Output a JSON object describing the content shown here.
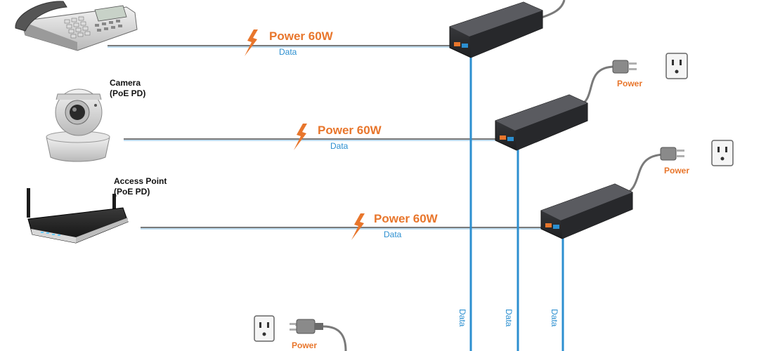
{
  "colors": {
    "power": "#e8762c",
    "data": "#2c8fd0",
    "cable": "#7a7a7a",
    "injector": "#2f3033"
  },
  "devices": [
    {
      "icon": "desk-phone-icon",
      "label": "",
      "sublabel": ""
    },
    {
      "icon": "security-camera-icon",
      "label": "Camera",
      "sublabel": "(PoE PD)"
    },
    {
      "icon": "wireless-router-icon",
      "label": "Access Point",
      "sublabel": "(PoE PD)"
    }
  ],
  "links": [
    {
      "power_label": "Power 60W",
      "data_label": "Data"
    },
    {
      "power_label": "Power 60W",
      "data_label": "Data"
    },
    {
      "power_label": "Power 60W",
      "data_label": "Data"
    }
  ],
  "injectors": [
    {
      "icon": "poe-injector-icon",
      "power_label": ""
    },
    {
      "icon": "poe-injector-icon",
      "power_label": "Power"
    },
    {
      "icon": "poe-injector-icon",
      "power_label": "Power"
    }
  ],
  "uplinks": [
    {
      "label": "Data"
    },
    {
      "label": "Data"
    },
    {
      "label": "Data"
    }
  ],
  "switch_power": {
    "label": "Power",
    "icons": [
      "wall-outlet-icon",
      "power-plug-icon"
    ]
  }
}
